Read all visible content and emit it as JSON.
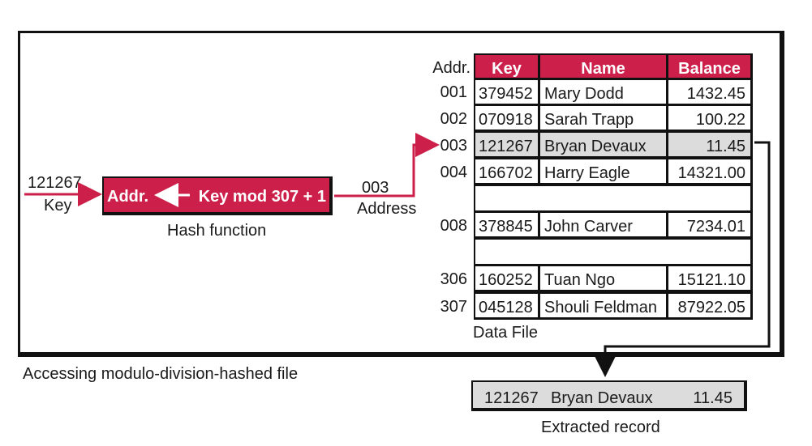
{
  "input": {
    "key_value": "121267",
    "key_label": "Key"
  },
  "hash": {
    "addr_label": "Addr.",
    "expression": "Key mod 307 + 1",
    "caption": "Hash function"
  },
  "address": {
    "value": "003",
    "label": "Address"
  },
  "table": {
    "addr_header": "Addr.",
    "columns": [
      "Key",
      "Name",
      "Balance"
    ],
    "rows": [
      {
        "addr": "001",
        "key": "379452",
        "name": "Mary Dodd",
        "balance": "1432.45"
      },
      {
        "addr": "002",
        "key": "070918",
        "name": "Sarah Trapp",
        "balance": "100.22"
      },
      {
        "addr": "003",
        "key": "121267",
        "name": "Bryan Devaux",
        "balance": "11.45",
        "highlighted": true
      },
      {
        "addr": "004",
        "key": "166702",
        "name": "Harry Eagle",
        "balance": "14321.00"
      },
      {
        "addr": "",
        "key": "",
        "name": "",
        "balance": "",
        "empty": true
      },
      {
        "addr": "008",
        "key": "378845",
        "name": "John Carver",
        "balance": "7234.01"
      },
      {
        "addr": "",
        "key": "",
        "name": "",
        "balance": "",
        "empty": true
      },
      {
        "addr": "306",
        "key": "160252",
        "name": "Tuan Ngo",
        "balance": "15121.10"
      },
      {
        "addr": "307",
        "key": "045128",
        "name": "Shouli Feldman",
        "balance": "87922.05"
      }
    ],
    "caption": "Data File"
  },
  "figure_caption": "Accessing modulo-division-hashed  file",
  "extracted": {
    "key": "121267",
    "name": "Bryan Devaux",
    "balance": "11.45",
    "caption": "Extracted record"
  },
  "colors": {
    "accent": "#cc1f4a",
    "highlight": "#dcdcdc",
    "line": "#111111"
  }
}
